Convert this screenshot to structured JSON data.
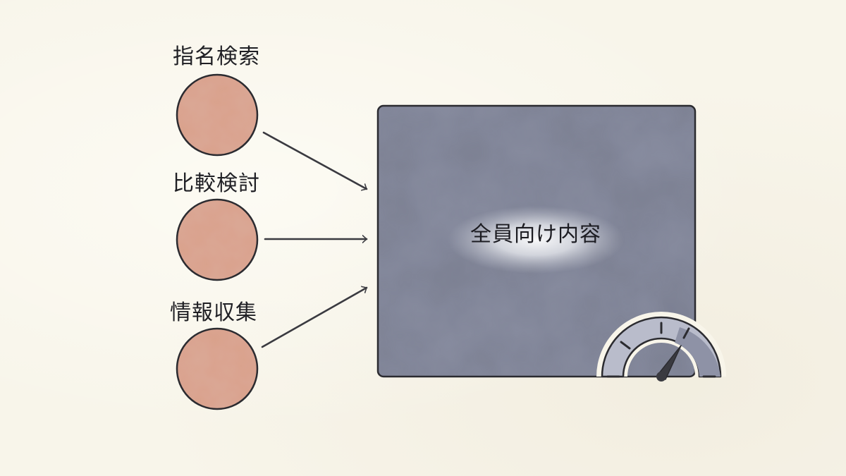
{
  "segments": [
    {
      "label": "指名検索"
    },
    {
      "label": "比較検討"
    },
    {
      "label": "情報収集"
    }
  ],
  "target": {
    "label": "全員向け内容"
  },
  "colors": {
    "background": "#f8f5ea",
    "segment_fill": "#d9a08a",
    "box_fill": "#7a7f91",
    "ink": "#2b2b30"
  },
  "icons": [
    "speedometer-icon"
  ]
}
